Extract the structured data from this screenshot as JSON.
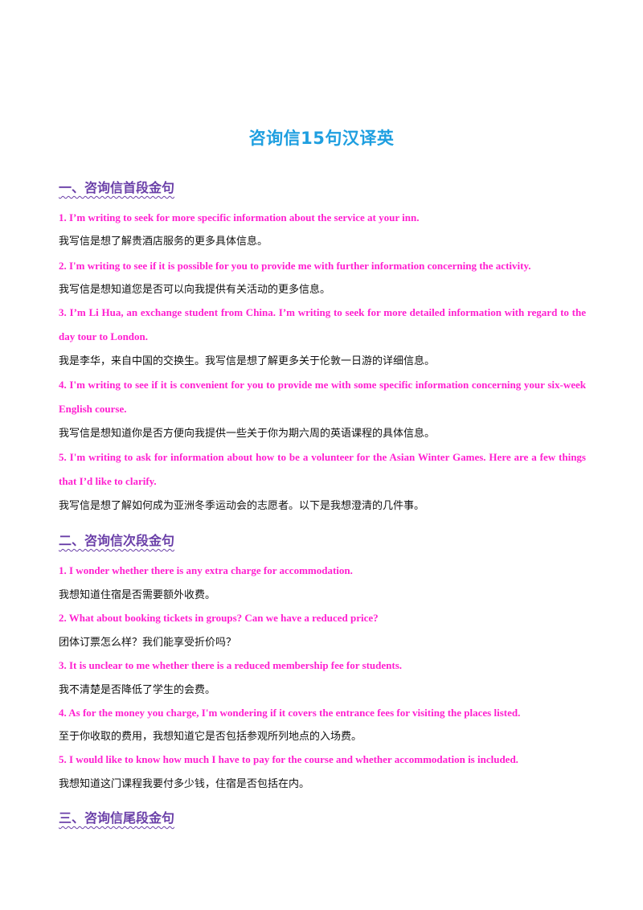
{
  "title": "咨询信15句汉译英",
  "sections": [
    {
      "heading": "一、咨询信首段金句",
      "items": [
        {
          "en": "1.  I’m writing to seek for more specific information about the service at your inn.",
          "zh": "我写信是想了解贵酒店服务的更多具体信息。"
        },
        {
          "en": "2.  I'm writing to see if it is possible for you to provide me with further  information concerning the activity.",
          "zh": "我写信是想知道您是否可以向我提供有关活动的更多信息。"
        },
        {
          "en": "3.  I’m Li Hua, an exchange student from China. I’m writing to seek for more detailed information with regard to the day tour to London.",
          "zh": "我是李华，来自中国的交换生。我写信是想了解更多关于伦敦一日游的详细信息。"
        },
        {
          "en": "4.  I'm writing to see if it is convenient for you to provide me with some specific information concerning your six-week English course.",
          "zh": "我写信是想知道你是否方便向我提供一些关于你为期六周的英语课程的具体信息。"
        },
        {
          "en": "5.  I'm writing to ask for information about how to be a volunteer for the Asian Winter Games. Here are a few things that I’d like to clarify.",
          "zh": "我写信是想了解如何成为亚洲冬季运动会的志愿者。以下是我想澄清的几件事。"
        }
      ]
    },
    {
      "heading": "二、咨询信次段金句",
      "items": [
        {
          "en": "1.  I  wonder  whether there is any extra charge for  accommodation.",
          "zh": "我想知道住宿是否需要额外收费。"
        },
        {
          "en": "2. What about booking tickets in groups? Can we have a reduced price?",
          "zh": "团体订票怎么样？我们能享受折价吗？"
        },
        {
          "en": "3.  It is  unclear to me whether there is a reduced membership fee for students.",
          "zh": "我不清楚是否降低了学生的会费。"
        },
        {
          "en": "4.  As for the money you charge, I'm wondering if it covers the entrance fees for visiting the places listed.",
          "zh": "至于你收取的费用，我想知道它是否包括参观所列地点的入场费。"
        },
        {
          "en": "5.  I would like to know how much I have to pay for the course and whether accommodation is included.",
          "zh": "我想知道这门课程我要付多少钱，住宿是否包括在内。"
        }
      ]
    },
    {
      "heading": "三、咨询信尾段金句",
      "items": []
    }
  ]
}
